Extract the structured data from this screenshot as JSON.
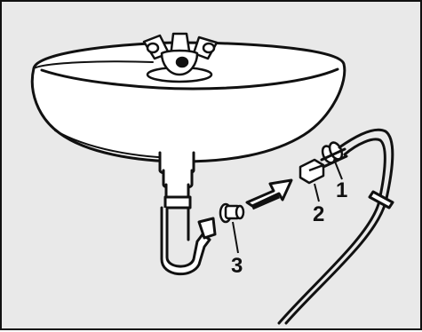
{
  "labels": {
    "one": "1",
    "two": "2",
    "three": "3"
  },
  "icons": [
    "sink-icon",
    "tap-icon",
    "siphon-icon",
    "arrow-icon",
    "hose-icon",
    "screw-cap-icon",
    "nut-icon",
    "washer-icon"
  ],
  "colors": {
    "background": "#e9e9e9",
    "line": "#111111",
    "fill": "#ffffff"
  }
}
